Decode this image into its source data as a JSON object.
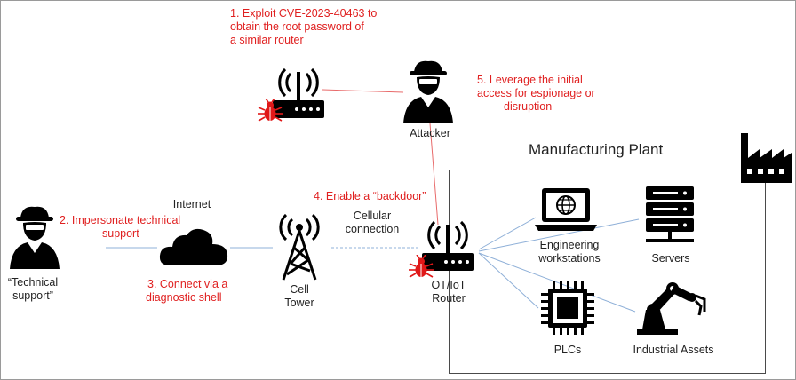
{
  "steps": {
    "step1": [
      "1. Exploit CVE-2023-40463 to",
      "obtain the root password of",
      "a similar router"
    ],
    "step2": [
      "2. Impersonate technical",
      "support"
    ],
    "step3": [
      "3. Connect via a",
      "diagnostic shell"
    ],
    "step4": "4. Enable a “backdoor”",
    "step5": [
      "5. Leverage the initial",
      "access for espionage or",
      "disruption"
    ]
  },
  "labels": {
    "attacker": "Attacker",
    "technical_support": [
      "“Technical",
      "support”"
    ],
    "internet": "Internet",
    "cell_tower": [
      "Cell",
      "Tower"
    ],
    "cellular_connection": [
      "Cellular",
      "connection"
    ],
    "ot_router": [
      "OT/IoT",
      "Router"
    ],
    "plant_title": "Manufacturing Plant",
    "engineering_workstations": [
      "Engineering",
      "workstations"
    ],
    "servers": "Servers",
    "plcs": "PLCs",
    "industrial_assets": "Industrial Assets"
  },
  "icons": [
    "router-icon",
    "bug-icon",
    "hacker-icon",
    "cloud-icon",
    "cell-tower-icon",
    "factory-icon",
    "laptop-icon",
    "server-icon",
    "chip-icon",
    "robot-arm-icon"
  ],
  "colors": {
    "annotation": "#e02020",
    "text": "#222222",
    "connector_red": "#e86a6a",
    "connector_blue": "#8fb0d8",
    "plant_border": "#4a4a4a"
  }
}
